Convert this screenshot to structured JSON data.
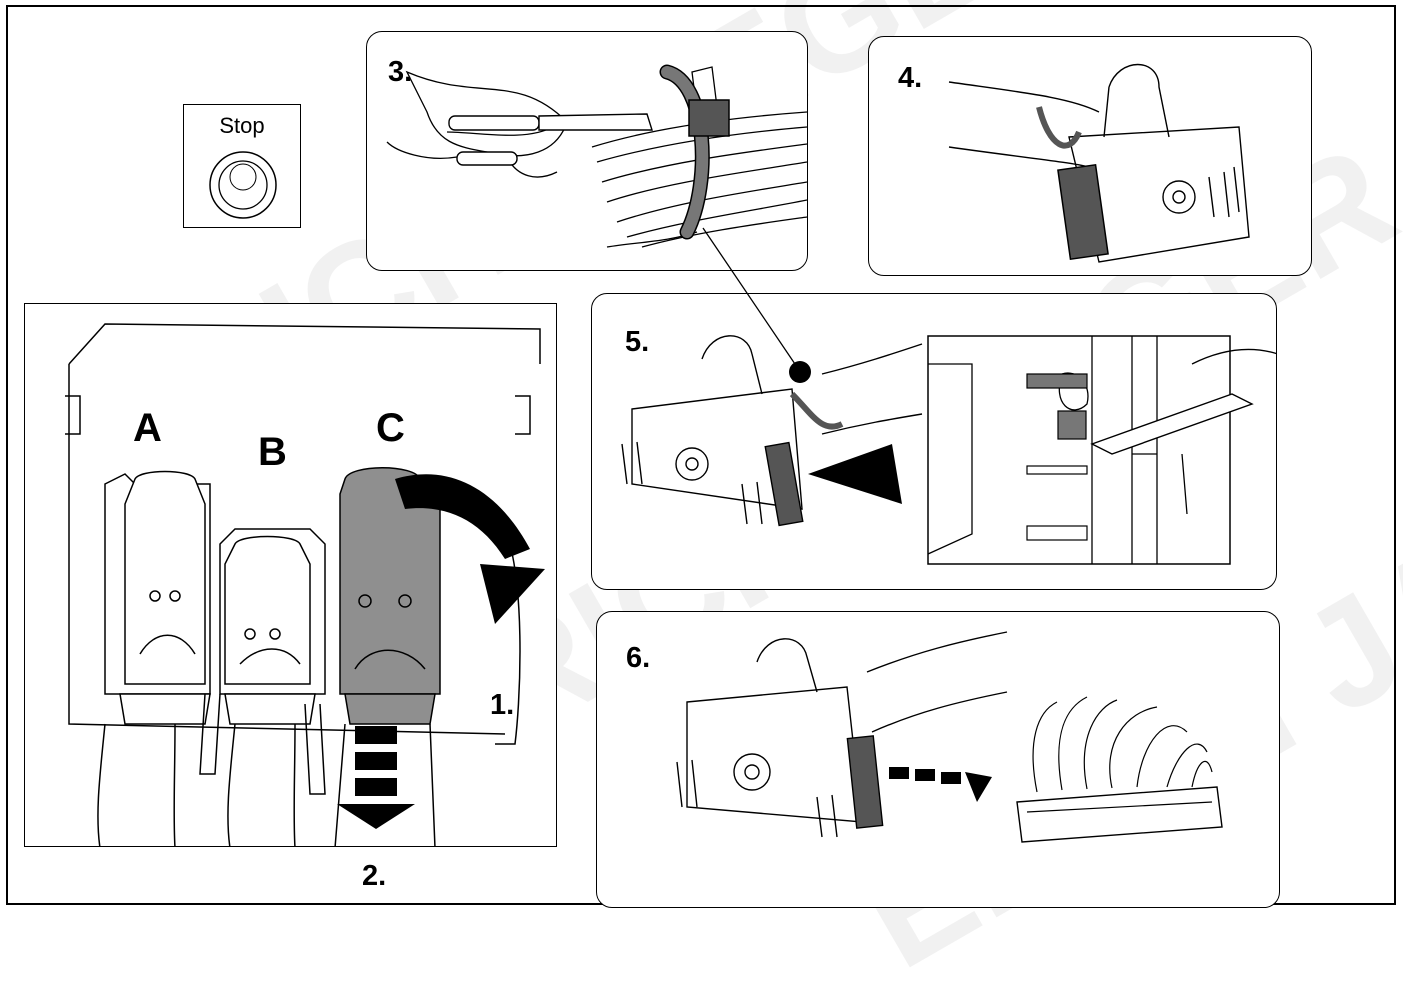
{
  "stop_panel": {
    "label": "Stop"
  },
  "steps": {
    "s1": "1.",
    "s2": "2.",
    "s3": "3.",
    "s4": "4.",
    "s5": "5.",
    "s6": "6."
  },
  "connectors": {
    "a": "A",
    "b": "B",
    "c": "C"
  },
  "watermark": "ERICH JAEGER",
  "colors": {
    "highlight_gray": "#8f8f8f",
    "arrow_black": "#000000",
    "line": "#000000"
  }
}
